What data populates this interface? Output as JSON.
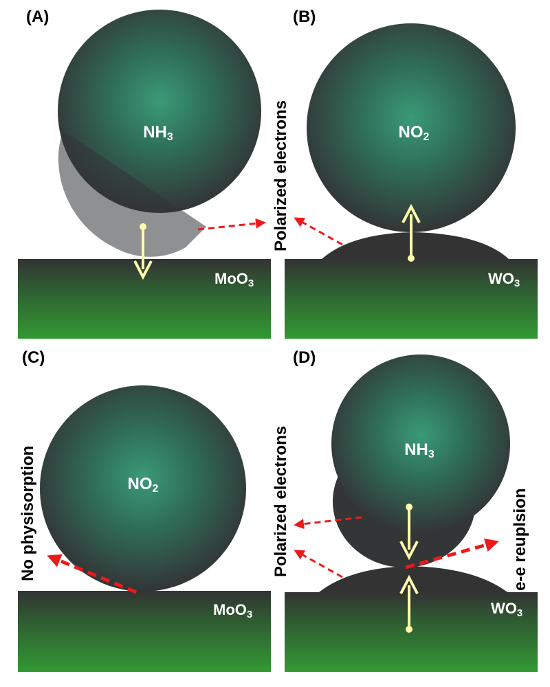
{
  "panels": {
    "a": {
      "label": "(A)",
      "molecule": "NH",
      "molecule_sub": "3",
      "substrate": "MoO",
      "substrate_sub": "3"
    },
    "b": {
      "label": "(B)",
      "molecule": "NO",
      "molecule_sub": "2",
      "substrate": "WO",
      "substrate_sub": "3"
    },
    "c": {
      "label": "(C)",
      "molecule": "NO",
      "molecule_sub": "2",
      "substrate": "MoO",
      "substrate_sub": "3",
      "annotation": "No physisorption"
    },
    "d": {
      "label": "(D)",
      "molecule": "NH",
      "molecule_sub": "3",
      "substrate": "WO",
      "substrate_sub": "3",
      "annotation_right": "e-e reuplsion"
    }
  },
  "shared": {
    "polarized": "Polarized electrons"
  },
  "colors": {
    "molecule_center": "#3a9a78",
    "molecule_edge": "#333536",
    "substrate_top": "#333333",
    "substrate_bottom": "#339933",
    "bond_arrow": "#fefcaa",
    "dashed_arrow": "#ee1a1a"
  }
}
